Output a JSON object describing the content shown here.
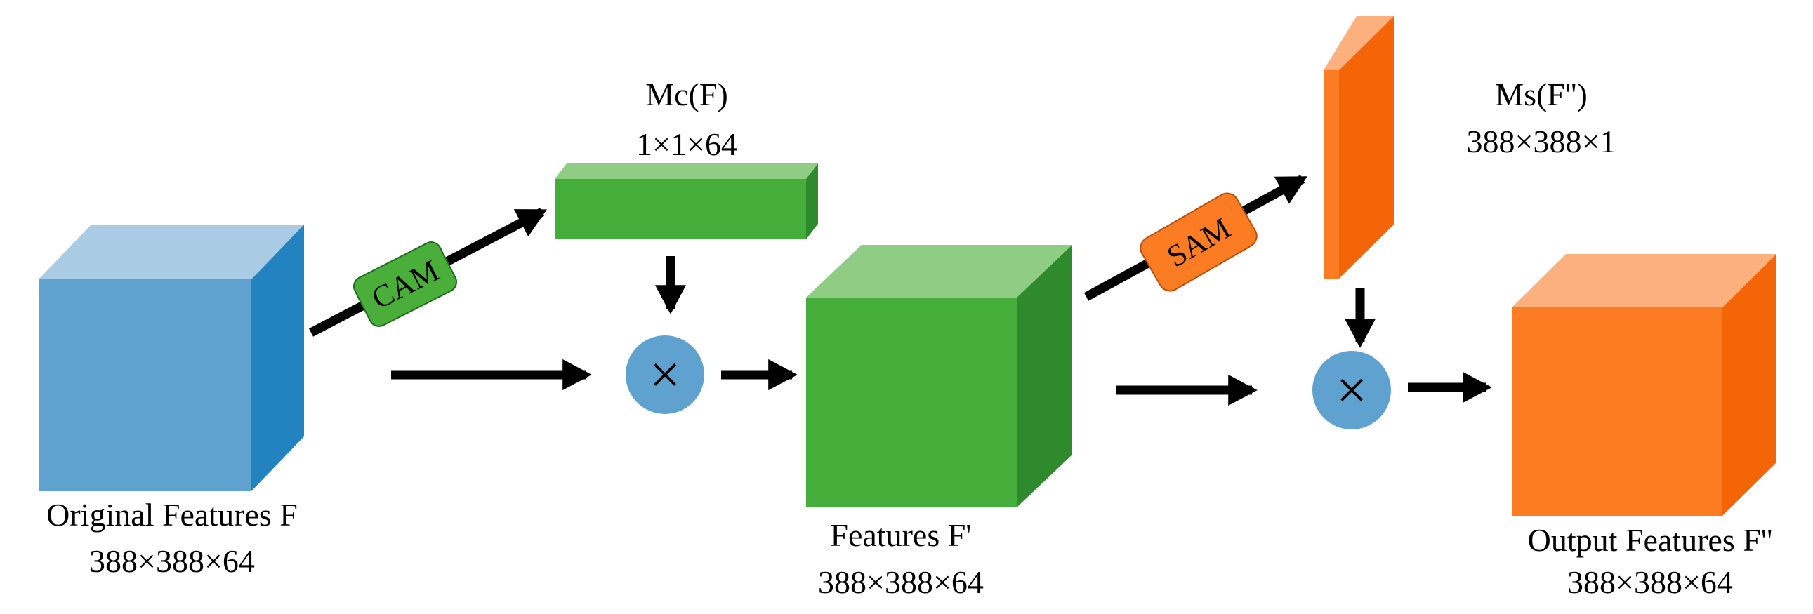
{
  "blocks": {
    "original": {
      "name": "Original Features F",
      "dims": "388×388×64"
    },
    "channel_map": {
      "name": "Mc(F)",
      "dims": "1×1×64"
    },
    "features_prime": {
      "name": "Features F'",
      "dims": "388×388×64"
    },
    "spatial_map": {
      "name": "Ms(F'')",
      "dims": "388×388×1"
    },
    "output": {
      "name": "Output Features F''",
      "dims": "388×388×64"
    }
  },
  "modules": {
    "cam": "CAM",
    "sam": "SAM"
  },
  "operators": {
    "multiply_1": "×",
    "multiply_2": "×"
  },
  "colors": {
    "blue_front": "#5FA2D0",
    "blue_top": "#A9CBE4",
    "blue_side": "#2383C1",
    "green_front": "#45AE3B",
    "green_top": "#8FCD85",
    "green_side": "#2E8A2D",
    "orange_front": "#FC7C24",
    "orange_top": "#FCB07E",
    "orange_side": "#F46508",
    "cam_tag": "#4AAE3B",
    "sam_tag": "#FC7C24",
    "multiply_circle": "#5FA2D0",
    "arrow": "#000000"
  }
}
